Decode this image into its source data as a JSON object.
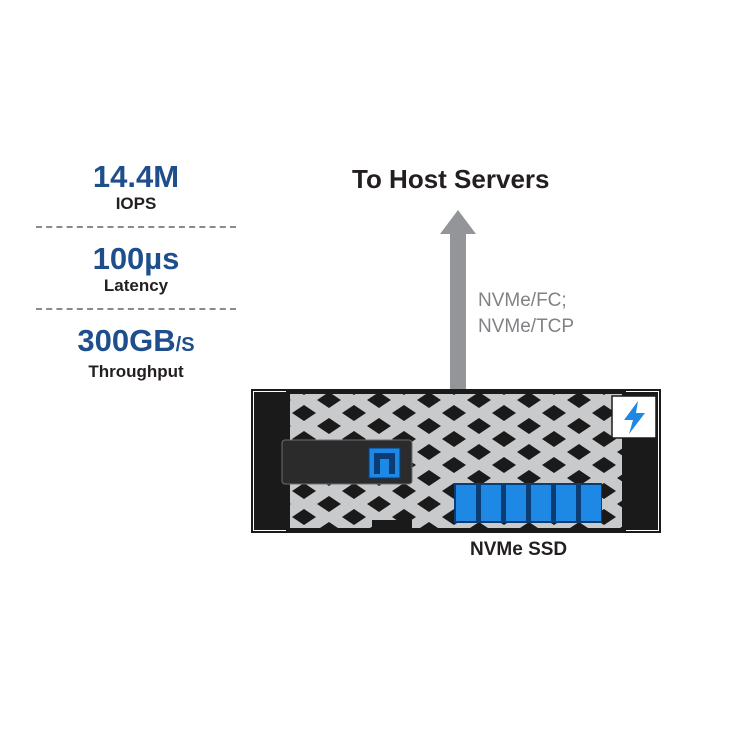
{
  "stats": [
    {
      "value": "14.4M",
      "unit": "",
      "label": "IOPS"
    },
    {
      "value": "100µs",
      "unit": "",
      "label": "Latency"
    },
    {
      "value": "300GB",
      "unit": "/S",
      "label": "Throughput"
    }
  ],
  "arrow_label": "To Host Servers",
  "protocols": [
    "NVMe/FC;",
    "NVMe/TCP"
  ],
  "device_label": "NVMe SSD",
  "icons": [
    "lightning-icon",
    "netapp-logo-icon",
    "drive-bay-icon"
  ],
  "colors": {
    "brand_blue": "#1f4e8c",
    "drive_blue": "#1e88e5",
    "arrow_gray": "#939598",
    "text_gray": "#808285"
  }
}
